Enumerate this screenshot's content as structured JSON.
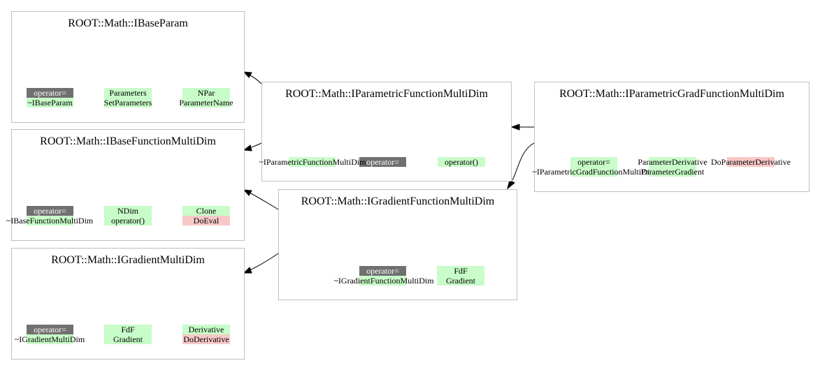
{
  "diagram": {
    "type": "class-inheritance",
    "colors": {
      "public_method": "#c8fcc8",
      "operator_method": "#707070",
      "private_method": "#f8c8c8",
      "border": "#c0c0c0"
    },
    "classes": [
      {
        "id": "ibaseparam",
        "name": "ROOT::Math::IBaseParam",
        "methods": [
          "operator=",
          "~IBaseParam",
          "Parameters",
          "SetParameters",
          "NPar",
          "ParameterName"
        ]
      },
      {
        "id": "ibasefunctionmultidim",
        "name": "ROOT::Math::IBaseFunctionMultiDim",
        "methods": [
          "operator=",
          "~IBaseFunctionMultiDim",
          "NDim",
          "operator()",
          "Clone",
          "DoEval"
        ]
      },
      {
        "id": "igradientmultidim",
        "name": "ROOT::Math::IGradientMultiDim",
        "methods": [
          "operator=",
          "~IGradientMultiDim",
          "FdF",
          "Gradient",
          "Derivative",
          "DoDerivative"
        ]
      },
      {
        "id": "iparametricfunctionmultidim",
        "name": "ROOT::Math::IParametricFunctionMultiDim",
        "methods": [
          "~IParametricFunctionMultiDim",
          "operator=",
          "operator()"
        ]
      },
      {
        "id": "igradientfunctionmultidim",
        "name": "ROOT::Math::IGradientFunctionMultiDim",
        "methods": [
          "operator=",
          "~IGradientFunctionMultiDim",
          "FdF",
          "Gradient"
        ]
      },
      {
        "id": "iparametricgradfunctionmultidim",
        "name": "ROOT::Math::IParametricGradFunctionMultiDim",
        "methods": [
          "operator=",
          "~IParametricGradFunctionMultiDim",
          "ParameterDerivative",
          "ParameterGradient",
          "DoParameterDerivative"
        ]
      }
    ],
    "edges": [
      {
        "from": "iparametricfunctionmultidim",
        "to": "ibaseparam"
      },
      {
        "from": "iparametricfunctionmultidim",
        "to": "ibasefunctionmultidim"
      },
      {
        "from": "igradientfunctionmultidim",
        "to": "ibasefunctionmultidim"
      },
      {
        "from": "igradientfunctionmultidim",
        "to": "igradientmultidim"
      },
      {
        "from": "iparametricgradfunctionmultidim",
        "to": "iparametricfunctionmultidim"
      },
      {
        "from": "iparametricgradfunctionmultidim",
        "to": "igradientfunctionmultidim"
      }
    ]
  }
}
